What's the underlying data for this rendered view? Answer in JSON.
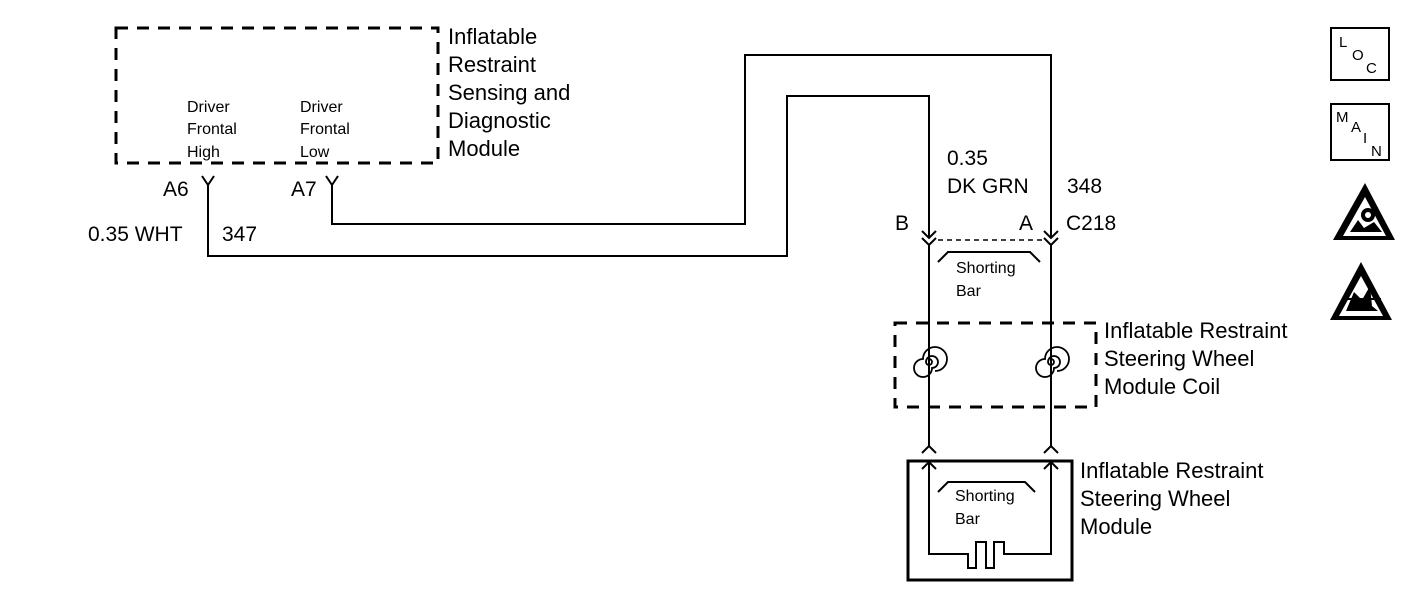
{
  "modules": {
    "sdm": {
      "title_lines": [
        "Inflatable",
        "Restraint",
        "Sensing and",
        "Diagnostic",
        "Module"
      ],
      "pin_high_lines": [
        "Driver",
        "Frontal",
        "High"
      ],
      "pin_low_lines": [
        "Driver",
        "Frontal",
        "Low"
      ]
    },
    "coil": {
      "title_lines": [
        "Inflatable Restraint",
        "Steering Wheel",
        "Module Coil"
      ]
    },
    "airbag": {
      "title_lines": [
        "Inflatable Restraint",
        "Steering Wheel",
        "Module"
      ],
      "shorting_bar_lines": [
        "Shorting",
        "Bar"
      ]
    }
  },
  "pins": {
    "a6": "A6",
    "a7": "A7"
  },
  "wires": {
    "w347": {
      "gauge_color": "0.35 WHT",
      "circuit": "347"
    },
    "w348": {
      "gauge": "0.35",
      "color": "DK GRN",
      "circuit": "348"
    }
  },
  "connector": {
    "name": "C218",
    "pin_b": "B",
    "pin_a": "A",
    "shorting_bar_lines": [
      "Shorting",
      "Bar"
    ]
  },
  "side_icons": {
    "loc": {
      "letters": [
        "L",
        "O",
        "C"
      ]
    },
    "main": {
      "letters": [
        "M",
        "A",
        "I",
        "N"
      ]
    },
    "airbag_warning": "airbag-warning-icon",
    "esd_warning": "esd-warning-icon"
  }
}
